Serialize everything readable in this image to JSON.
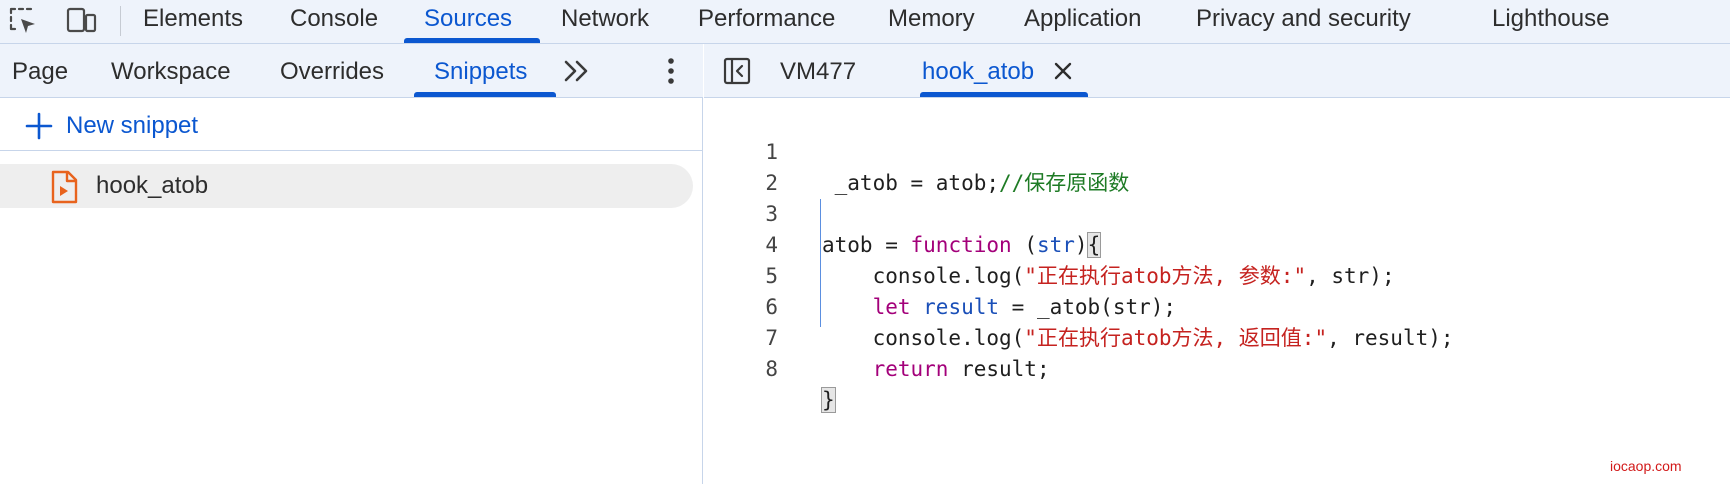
{
  "main_toolbar": {
    "icons": [
      "inspect-element-icon",
      "device-toolbar-icon"
    ],
    "tabs": [
      {
        "label": "Elements"
      },
      {
        "label": "Console"
      },
      {
        "label": "Sources",
        "active": true
      },
      {
        "label": "Network"
      },
      {
        "label": "Performance"
      },
      {
        "label": "Memory"
      },
      {
        "label": "Application"
      },
      {
        "label": "Privacy and security"
      },
      {
        "label": "Lighthouse"
      }
    ]
  },
  "navigator": {
    "tabs": [
      {
        "label": "Page"
      },
      {
        "label": "Workspace"
      },
      {
        "label": "Overrides"
      },
      {
        "label": "Snippets",
        "active": true
      }
    ],
    "more_icon": "double-chevron-right-icon",
    "menu_icon": "vertical-ellipsis-icon",
    "new_snippet_label": "New snippet",
    "files": [
      {
        "name": "hook_atob",
        "icon": "snippet-file-icon"
      }
    ]
  },
  "editor": {
    "tabs": [
      {
        "label": "VM477"
      },
      {
        "label": "hook_atob",
        "active": true
      }
    ],
    "line_numbers": [
      "1",
      "2",
      "3",
      "4",
      "5",
      "6",
      "7",
      "8"
    ],
    "code": {
      "l1_a": " _atob = atob;",
      "l1_comment": "//保存原函数",
      "l3_a": "atob = ",
      "l3_kw": "function",
      "l3_b": " (",
      "l3_param": "str",
      "l3_c": ")",
      "l3_brace": "{",
      "l4_a": "    console.log(",
      "l4_str": "\"正在执行atob方法, 参数:\"",
      "l4_b": ", str);",
      "l5_kw": "    let",
      "l5_var": " result",
      "l5_b": " = _atob(str);",
      "l6_a": "    console.log(",
      "l6_str": "\"正在执行atob方法, 返回值:\"",
      "l6_b": ", result);",
      "l7_kw": "    return",
      "l7_b": " result;",
      "l8_brace": "}"
    }
  },
  "watermark": "iocaop.com",
  "colors": {
    "accent": "#0b57d0",
    "toolbar_bg": "#eef3fb",
    "keyword": "#a3007a",
    "string": "#c5221f",
    "comment": "#1e7b25",
    "snippet_icon": "#e8631d"
  }
}
